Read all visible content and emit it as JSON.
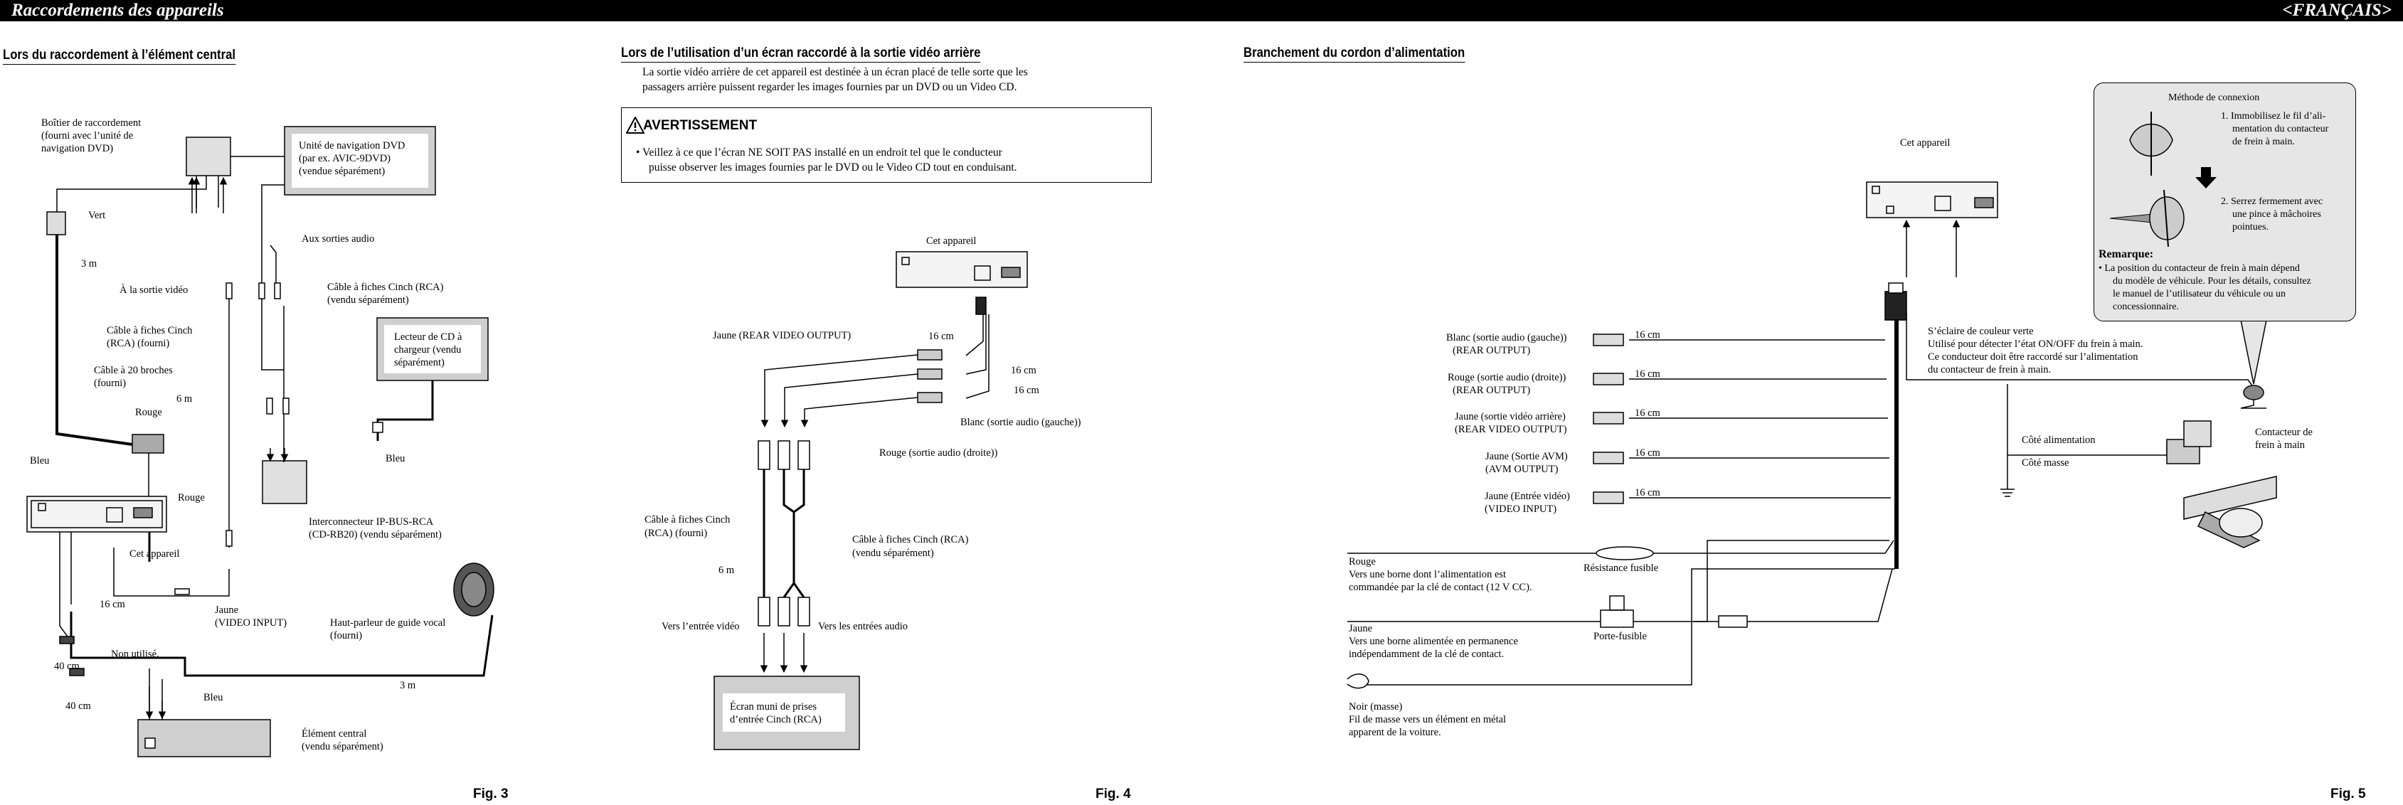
{
  "header": {
    "title": "Raccordements des appareils",
    "lang": "<FRANÇAIS>"
  },
  "fig3": {
    "section_title": "Lors du raccordement à l’élément central",
    "fig_label": "Fig. 3",
    "labels": {
      "boitier": [
        "Boîtier de raccordement",
        "(fourni avec l’unité de",
        "navigation DVD)"
      ],
      "nav_unit": [
        "Unité de navigation DVD",
        "(par ex. AVIC-9DVD)",
        "(vendue séparément)"
      ],
      "vert": "Vert",
      "aux_sorties_audio": "Aux sorties audio",
      "cable_cinch_vendu": [
        "Câble à fiches Cinch (RCA)",
        "(vendu séparément)"
      ],
      "sortie_video": "À la sortie vidéo",
      "len_3m_top": "3 m",
      "cable_cinch_fourni": [
        "Câble à fiches Cinch",
        "(RCA) (fourni)"
      ],
      "cable_20": [
        "Câble à 20 broches",
        "(fourni)"
      ],
      "cd_changer": [
        "Lecteur de CD à",
        "chargeur (vendu",
        "séparément)"
      ],
      "len_6m": "6 m",
      "rouge_1": "Rouge",
      "bleu_1": "Bleu",
      "bleu_2": "Bleu",
      "rouge_2": "Rouge",
      "cet_appareil": "Cet appareil",
      "interconnecteur": [
        "Interconnecteur IP-BUS-RCA",
        "(CD-RB20) (vendu séparément)"
      ],
      "len_16cm": "16 cm",
      "jaune_video_input": [
        "Jaune",
        "(VIDEO INPUT)"
      ],
      "haut_parleur": [
        "Haut-parleur de guide vocal",
        "(fourni)"
      ],
      "non_utilise": "Non utilisé.",
      "len_40cm_a": "40 cm",
      "len_40cm_b": "40 cm",
      "len_3m_bottom": "3 m",
      "bleu_3": "Bleu",
      "element_central": [
        "Élément central",
        "(vendu séparément)"
      ]
    }
  },
  "fig4": {
    "section_title": "Lors de l’utilisation d’un écran raccordé à la sortie vidéo arrière",
    "fig_label": "Fig. 4",
    "intro": [
      "La sortie vidéo arrière de cet appareil est destinée à un écran placé de telle sorte que les",
      "passagers arrière puissent regarder les images fournies par un DVD ou un Video CD."
    ],
    "warning_title": "AVERTISSEMENT",
    "warning_text": [
      "•  Veillez à ce que l’écran NE SOIT PAS installé en un endroit tel que le conducteur",
      "puisse observer les images fournies par le DVD ou le Video CD tout en conduisant."
    ],
    "labels": {
      "cet_appareil": "Cet appareil",
      "jaune_rear": "Jaune (REAR VIDEO OUTPUT)",
      "len_16cm_a": "16 cm",
      "len_16cm_b": "16 cm",
      "len_16cm_c": "16 cm",
      "blanc_gauche": "Blanc (sortie audio (gauche))",
      "rouge_droite": "Rouge (sortie audio (droite))",
      "cable_fourni": [
        "Câble à fiches Cinch",
        "(RCA) (fourni)"
      ],
      "cable_vendu": [
        "Câble à fiches Cinch (RCA)",
        "(vendu séparément)"
      ],
      "len_6m": "6 m",
      "vers_video": "Vers l’entrée vidéo",
      "vers_audio": "Vers les entrées audio",
      "ecran": [
        "Écran muni de prises",
        "d’entrée Cinch (RCA)"
      ]
    }
  },
  "fig5": {
    "section_title": "Branchement du cordon d’alimentation",
    "fig_label": "Fig. 5",
    "labels": {
      "cet_appareil": "Cet appareil",
      "blanc": [
        "Blanc (sortie audio (gauche))",
        "(REAR OUTPUT)"
      ],
      "rouge": [
        "Rouge (sortie audio (droite))",
        "(REAR OUTPUT)"
      ],
      "jaune_rear": [
        "Jaune (sortie vidéo arrière)",
        "(REAR VIDEO OUTPUT)"
      ],
      "jaune_avm": [
        "Jaune (Sortie AVM)",
        "(AVM OUTPUT)"
      ],
      "jaune_video_in": [
        "Jaune (Entrée vidéo)",
        "(VIDEO INPUT)"
      ],
      "len": [
        "16 cm",
        "16 cm",
        "16 cm",
        "16 cm",
        "16 cm"
      ],
      "vert_text": [
        "S’éclaire de couleur verte",
        "Utilisé pour détecter l’état ON/OFF du frein à main.",
        "Ce conducteur doit être raccordé sur l’alimentation",
        "du contacteur de frein à main."
      ],
      "rouge_power": [
        "Rouge",
        "Vers une borne dont l’alimentation est",
        "commandée par la clé de contact (12 V CC)."
      ],
      "resistance": "Résistance fusible",
      "jaune_power": [
        "Jaune",
        "Vers une borne alimentée en permanence",
        "indépendamment de la clé de contact."
      ],
      "porte_fusible": "Porte-fusible",
      "noir": [
        "Noir (masse)",
        "Fil de masse vers un élément en métal",
        "apparent de la voiture."
      ],
      "cote_alim": "Côté alimentation",
      "cote_masse": "Côté masse",
      "contacteur": [
        "Contacteur de",
        "frein à main"
      ]
    },
    "callout": {
      "methode": "Méthode de connexion",
      "step1": [
        "1. Immobilisez le fil d’ali-",
        "mentation du contacteur",
        "de frein à main."
      ],
      "step2": [
        "2. Serrez fermement avec",
        "une pince à mâchoires",
        "pointues."
      ],
      "remarque": "Remarque:",
      "remarque_text": [
        "•  La position du contacteur de frein à main dépend",
        "du modèle de véhicule. Pour les détails, consultez",
        "le manuel de l’utilisateur du véhicule ou un",
        "concessionnaire."
      ]
    }
  }
}
